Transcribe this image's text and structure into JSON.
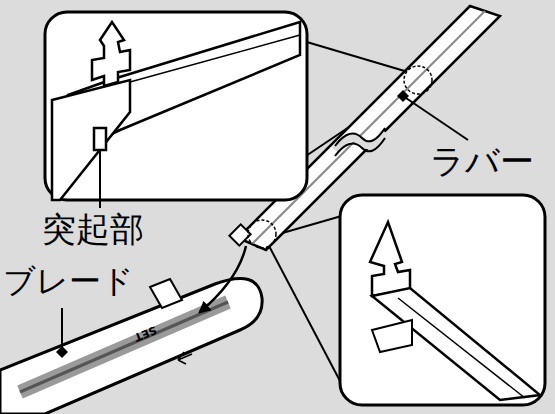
{
  "diagram": {
    "labels": [
      "ラバー",
      "突起部",
      "ブレード",
      "SET"
    ]
  }
}
